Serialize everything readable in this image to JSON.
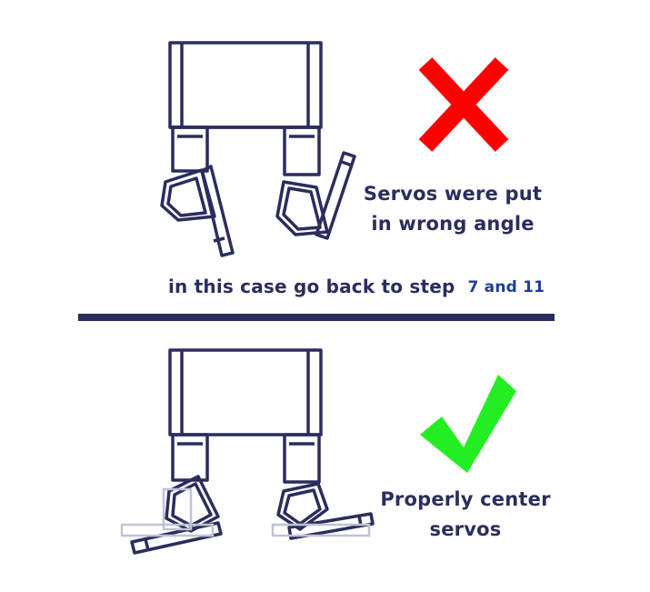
{
  "wrong": {
    "caption_line1": "Servos were put",
    "caption_line2": "in wrong angle",
    "mark": "x-mark",
    "mark_color": "#ff0000"
  },
  "note": {
    "text": "in this case go back to step",
    "steps": "7 and 11"
  },
  "correct": {
    "caption_line1": "Properly center",
    "caption_line2": "servos",
    "mark": "check-mark",
    "mark_color": "#22ee22"
  },
  "colors": {
    "outline": "#2b2d5e",
    "steps_text": "#1f3d9a",
    "ghost": "#c0c2d6"
  }
}
